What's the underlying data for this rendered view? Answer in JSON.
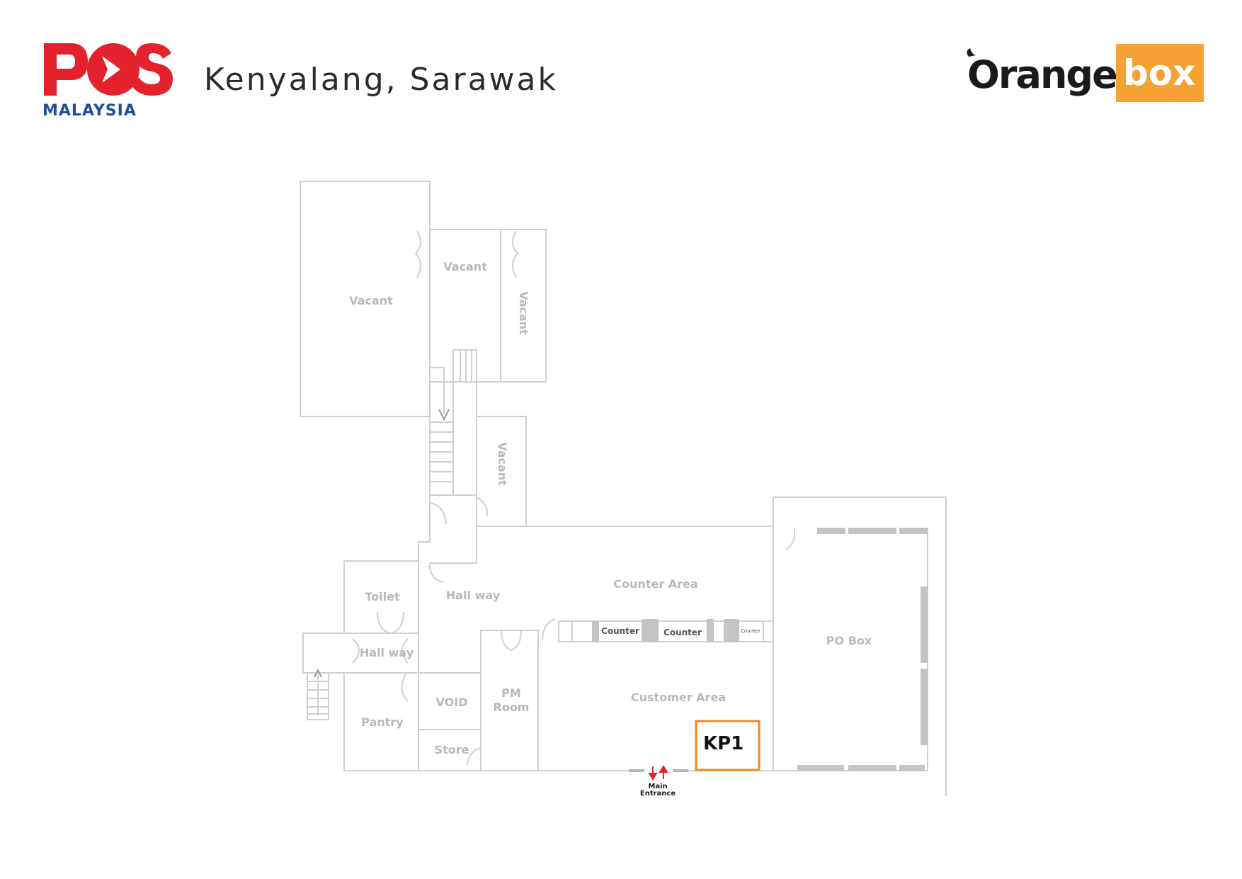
{
  "header": {
    "title": "Kenyalang, Sarawak",
    "logo_left": {
      "text_main": "POS",
      "text_sub": "MALAYSIA",
      "color_main": "#e3222d",
      "color_sub": "#1f4e9d"
    },
    "logo_right": {
      "text_a": "Orange",
      "text_b": "box",
      "color_a": "#1a1a1a",
      "color_b_bg": "#f5a133",
      "color_b_text": "#ffffff"
    }
  },
  "map": {
    "rooms": {
      "vacant_large": "Vacant",
      "vacant_top": "Vacant",
      "vacant_right_top": "Vacant",
      "vacant_right_mid": "Vacant",
      "toilet": "Toilet",
      "hallway_upper": "Hall way",
      "hallway_lower": "Hall way",
      "counter_area": "Counter Area",
      "customer_area": "Customer Area",
      "po_box": "PO Box",
      "void": "VOID",
      "pm_room_line1": "PM",
      "pm_room_line2": "Room",
      "pantry": "Pantry",
      "store": "Store"
    },
    "counters": [
      "Counter",
      "Counter",
      "Counter"
    ],
    "entrance": {
      "line1": "Main",
      "line2": "Entrance",
      "arrow_color": "#e3222d"
    },
    "kiosk": {
      "label": "KP1",
      "color": "#f08a24"
    },
    "wall_color": "#cfcfcf"
  }
}
